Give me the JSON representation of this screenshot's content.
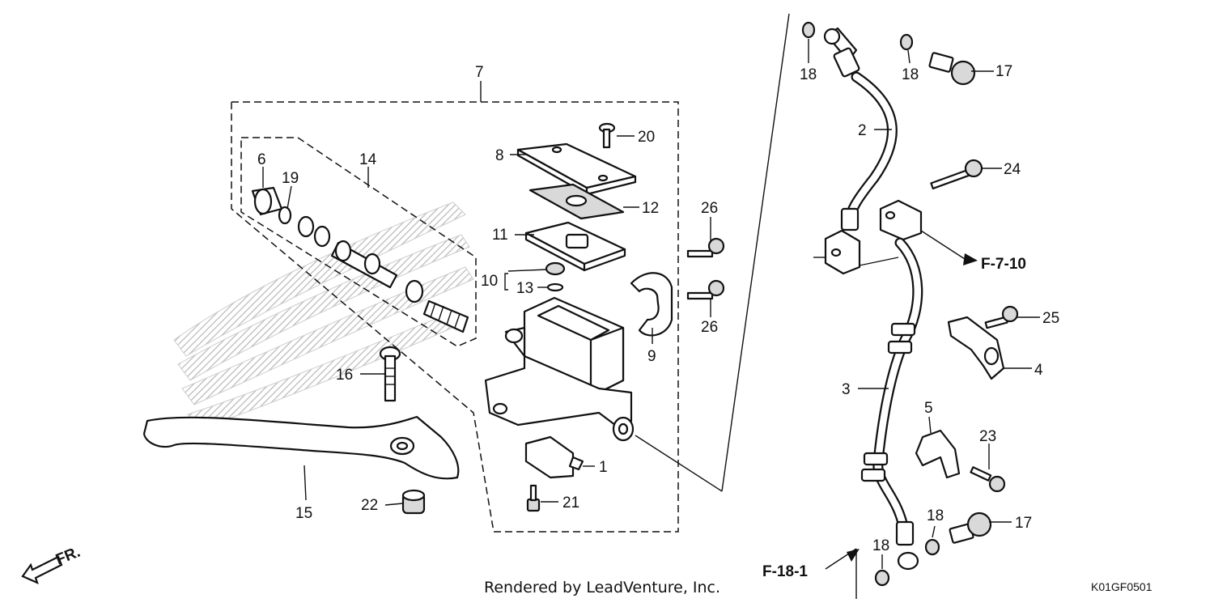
{
  "callouts": {
    "c1": "1",
    "c2": "2",
    "c3": "3",
    "c4": "4",
    "c5": "5",
    "c6": "6",
    "c7": "7",
    "c8": "8",
    "c9": "9",
    "c10": "10",
    "c11": "11",
    "c12": "12",
    "c13": "13",
    "c14": "14",
    "c15": "15",
    "c16": "16",
    "c17a": "17",
    "c17b": "17",
    "c18a": "18",
    "c18b": "18",
    "c18c": "18",
    "c18d": "18",
    "c19": "19",
    "c20": "20",
    "c21": "21",
    "c22": "22",
    "c23": "23",
    "c24": "24",
    "c25": "25",
    "c26a": "26",
    "c26b": "26"
  },
  "references": {
    "ref_f710": "F-7-10",
    "ref_f181": "F-18-1"
  },
  "direction": {
    "fr": "FR."
  },
  "footer": {
    "credit": "Rendered by LeadVenture, Inc.",
    "diagram_code": "K01GF0501"
  },
  "colors": {
    "line": "#111111",
    "hatch": "#bfbfbf",
    "background": "#ffffff"
  }
}
